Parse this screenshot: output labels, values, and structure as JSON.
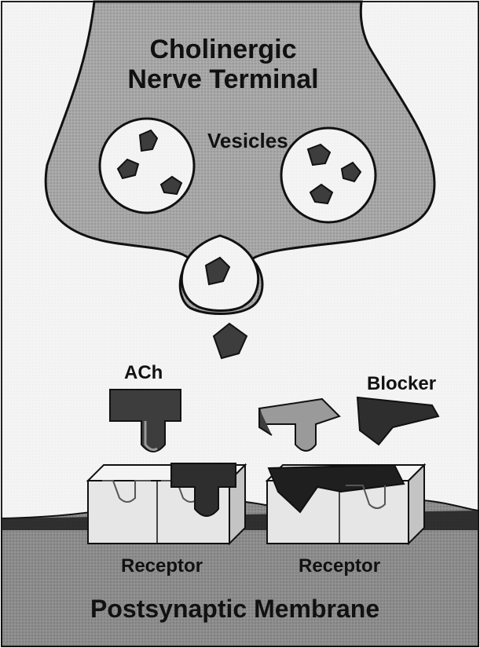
{
  "labels": {
    "terminal_line1": "Cholinergic",
    "terminal_line2": "Nerve Terminal",
    "vesicles": "Vesicles",
    "ach": "ACh",
    "blocker": "Blocker",
    "receptor_left": "Receptor",
    "receptor_right": "Receptor",
    "membrane": "Postsynaptic Membrane"
  },
  "colors": {
    "terminal_fill": "#a9a9a9",
    "membrane_fill": "#8f8f8f",
    "outline": "#111111",
    "molecule_dark": "#3d3d3d",
    "molecule_light": "#9a9a9a",
    "receptor_face": "#e6e6e6",
    "receptor_side": "#c4c4c4"
  }
}
